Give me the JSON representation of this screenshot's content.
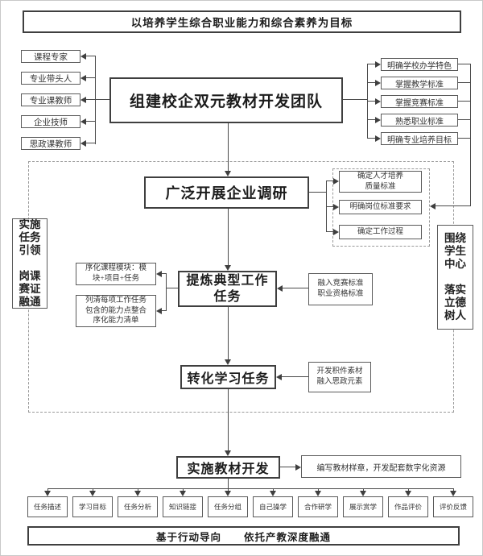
{
  "title": "以培养学生综合职业能力和综合素养为目标",
  "team": {
    "label": "组建校企双元教材开发团队",
    "members": [
      "课程专家",
      "专业带头人",
      "专业课教师",
      "企业技师",
      "思政课教师"
    ],
    "goals": [
      "明确学校办学特色",
      "掌握教学标准",
      "掌握竞赛标准",
      "熟悉职业标准",
      "明确专业培养目标"
    ]
  },
  "research": {
    "label": "广泛开展企业调研",
    "outcomes": [
      "确定人才培养\n质量标准",
      "明确岗位标准要求",
      "确定工作过程"
    ]
  },
  "extract": {
    "label": "提炼典型工作\n任务",
    "note_modules": "序化课程模块：模\n块+项目+任务",
    "note_ability": "列清每项工作任务\n包含的能力点整合\n序化能力清单",
    "input": "融入竞赛标准\n职业资格标准"
  },
  "transform": {
    "label": "转化学习任务",
    "input": "开发积件素材\n融入思政元素"
  },
  "develop": {
    "label": "实施教材开发",
    "output": "编写教材样章，开发配套数字化资源"
  },
  "side_left": "实施\n任务\n引领\n\n岗课\n赛证\n融通",
  "side_right": "围绕\n学生\n中心\n\n落实\n立德\n树人",
  "steps": [
    "任务描述",
    "学习目标",
    "任务分析",
    "知识链接",
    "任务分组",
    "自己操学",
    "合作研学",
    "展示赏学",
    "作品评价",
    "评价反馈"
  ],
  "footer": {
    "left": "基于行动导向",
    "right": "依托产教深度融通"
  }
}
